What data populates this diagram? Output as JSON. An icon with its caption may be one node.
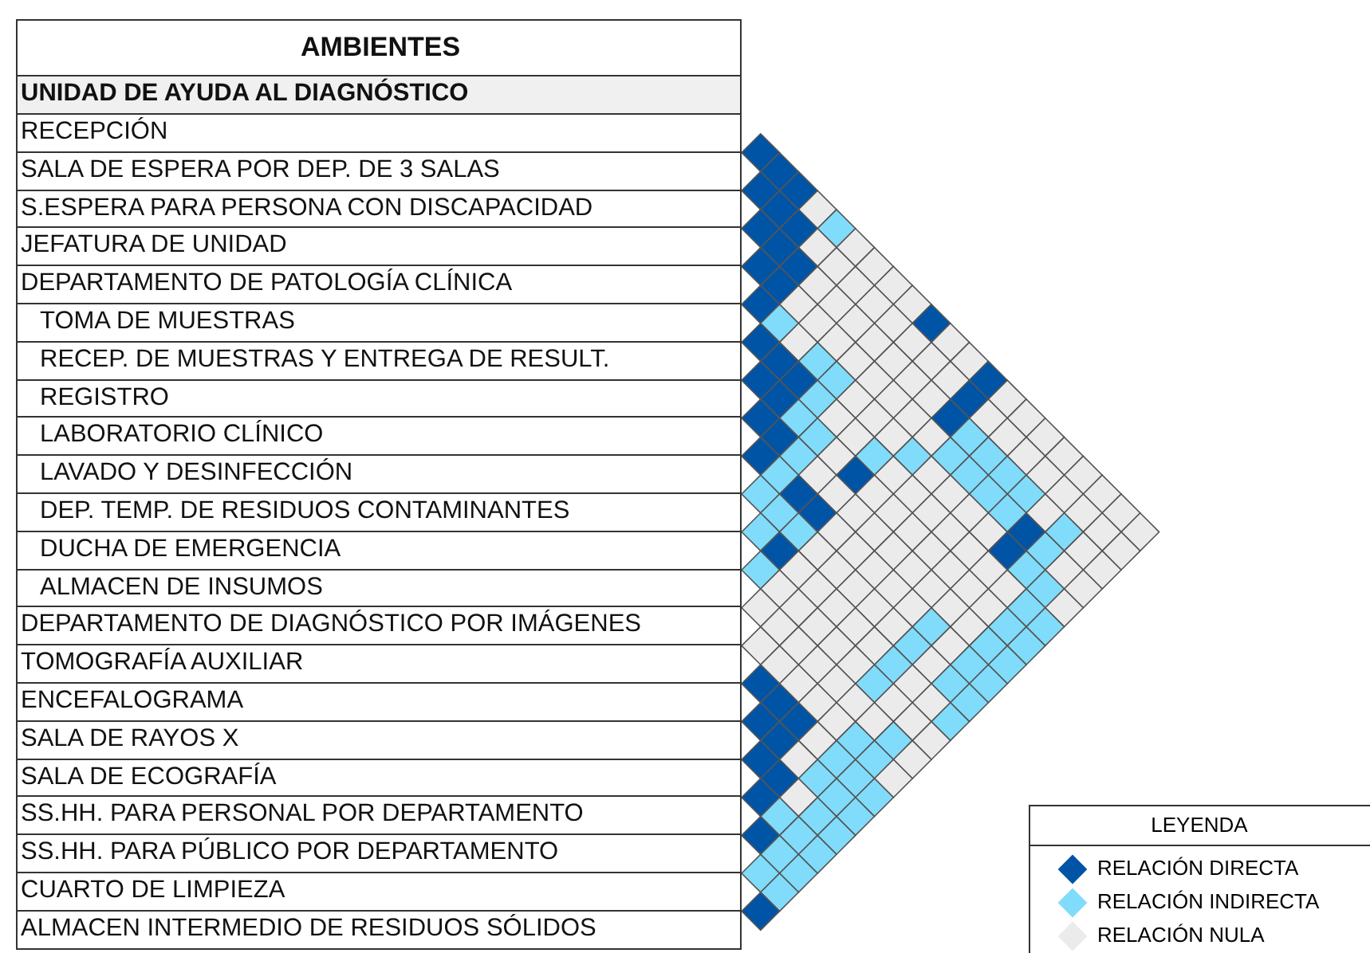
{
  "diagram": {
    "labels": [
      "AMBIENTES",
      "UNIDAD DE AYUDA AL DIAGNÓSTICO",
      "RECEPCIÓN",
      "SALA DE ESPERA POR DEP. DE 3 SALAS",
      "S.ESPERA PARA PERSONA CON DISCAPACIDAD",
      "JEFATURA DE UNIDAD",
      "DEPARTAMENTO DE PATOLOGÍA CLÍNICA",
      "TOMA DE MUESTRAS",
      "RECEP. DE MUESTRAS Y ENTREGA DE RESULT.",
      "REGISTRO",
      "LABORATORIO CLÍNICO",
      "LAVADO Y DESINFECCIÓN",
      "DEP. TEMP. DE RESIDUOS CONTAMINANTES",
      "DUCHA DE EMERGENCIA",
      "ALMACEN DE INSUMOS",
      "DEPARTAMENTO DE DIAGNÓSTICO POR IMÁGENES",
      "TOMOGRAFÍA AUXILIAR",
      "ENCEFALOGRAMA",
      "SALA DE RAYOS X",
      "SALA DE ECOGRAFÍA",
      "SS.HH. PARA PERSONAL POR DEPARTAMENTO",
      "SS.HH. PARA PÚBLICO POR DEPARTAMENTO",
      "CUARTO DE LIMPIEZA",
      "ALMACEN INTERMEDIO DE RESIDUOS SÓLIDOS",
      "LEYENDA"
    ],
    "legend": [
      {
        "text": "RELACIÓN DIRECTA",
        "color": "#0054a6"
      },
      {
        "text": "RELACIÓN INDIRECTA",
        "color": "#80dcfa"
      },
      {
        "text": "RELACIÓN NULA",
        "color": "#ebebeb"
      }
    ]
  }
}
